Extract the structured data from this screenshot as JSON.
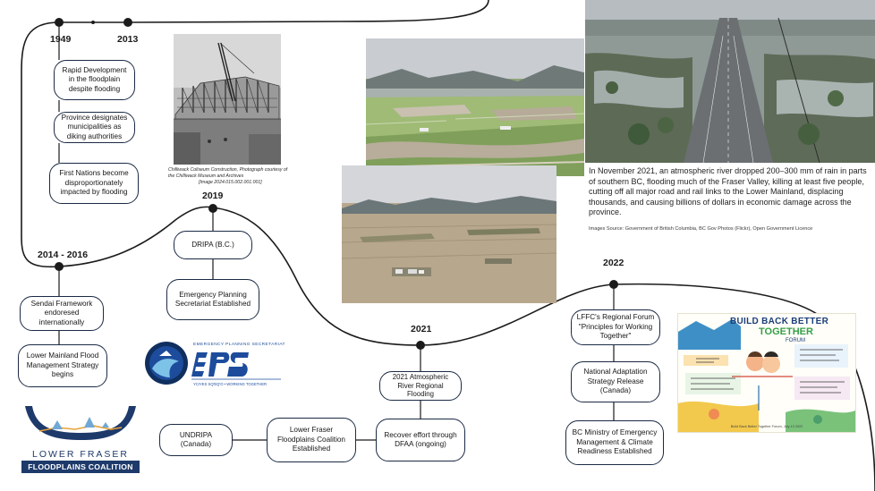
{
  "years": {
    "y1949": "1949",
    "y2013": "2013",
    "y2014_2016": "2014 - 2016",
    "y2019": "2019",
    "y2021": "2021",
    "y2022": "2022"
  },
  "events": {
    "rapid_development": "Rapid Development in the floodplain despite flooding",
    "province_designates": "Province designates municipalities as diking authorities",
    "first_nations": "First Nations become disproportionately impacted by flooding",
    "sendai": "Sendai Framework endoresed internationally",
    "lower_mainland_strategy": "Lower Mainland Flood Management Strategy begins",
    "dripa": "DRIPA (B.C.)",
    "eps_established": "Emergency Planning Secretariat Established",
    "undripa": "UNDRIPA (Canada)",
    "lffc_established": "Lower Fraser Floodplains Coalition Established",
    "recover_effort": "Recover effort through DFAA (ongoing)",
    "atmospheric_river": "2021 Atmospheric River Regional Flooding",
    "lffc_forum": "LFFC's Regional Forum \"Principles for Working Together\"",
    "national_strategy": "National Adaptation Strategy Release (Canada)",
    "bc_ministry": "BC Ministry of Emergency Management & Climate Readiness Established"
  },
  "captions": {
    "coliseum": "Chilliwack Coliseum Construction, Photograph courtesy of the Chilliwack Museum and Archives",
    "coliseum_id": "[Image 2024.015.002.001.001]",
    "flood_description": "In November 2021, an atmospheric river dropped 200–300 mm of rain in parts of southern BC, flooding much of the Fraser Valley, killing at least five people, cutting off all major road and rail links to the Lower Mainland, displacing thousands, and causing billions of dollars in economic damage across the province.",
    "images_source": "Images Source: Government of British Columbia, BC Gov Photos (Flickr), Open Government Licence"
  },
  "logos": {
    "eps_top": "EMERGENCY PLANNING SECRETARIAT",
    "eps_letters": "EPS",
    "eps_bottom": "YCIYES SQ'EQ'O • WORKING TOGETHER",
    "lffc_line1": "LOWER FRASER",
    "lffc_line2": "FLOODPLAINS COALITION"
  },
  "poster": {
    "title_line1": "BUILD BACK BETTER",
    "title_line2": "TOGETHER",
    "title_line3": "FORUM",
    "footer": "Build Back Better Together Forum, July 13 2022"
  },
  "colors": {
    "line": "#1b1b1b",
    "node_border": "#1b2a44",
    "eps_blue": "#1d4c9c",
    "lffc_navy": "#1e3a6b",
    "lffc_gold": "#e8a33a"
  }
}
